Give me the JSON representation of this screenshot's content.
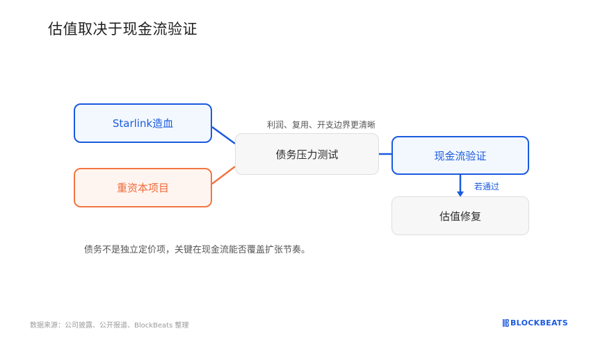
{
  "title": "估值取决于现金流验证",
  "nodes": {
    "starlink": "Starlink造血",
    "heavy_asset": "重资本项目",
    "stress_test": "债务压力测试",
    "cash_flow": "现金流验证",
    "valuation_repair": "估值修复"
  },
  "labels": {
    "profit_boundary": "利润、复用、开支边界更清晰",
    "if_passed": "若通过"
  },
  "note": "债务不是独立定价项，关键在现金流能否覆盖扩张节奏。",
  "source": "数据来源：公司披露、公开报道、BlockBeats 整理",
  "brand": "BLOCKBEATS",
  "colors": {
    "blue": "#1a5ae0",
    "orange": "#f07642",
    "gray_border": "#dedede"
  }
}
